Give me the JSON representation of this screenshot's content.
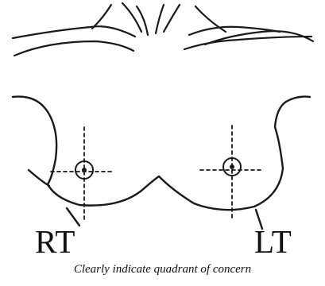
{
  "labels": {
    "right": "RT",
    "left": "LT"
  },
  "caption": "Clearly indicate quadrant of concern",
  "markers": [
    {
      "side": "right"
    },
    {
      "side": "left"
    }
  ],
  "colors": {
    "line": "#1a1a1a",
    "background": "#ffffff"
  }
}
